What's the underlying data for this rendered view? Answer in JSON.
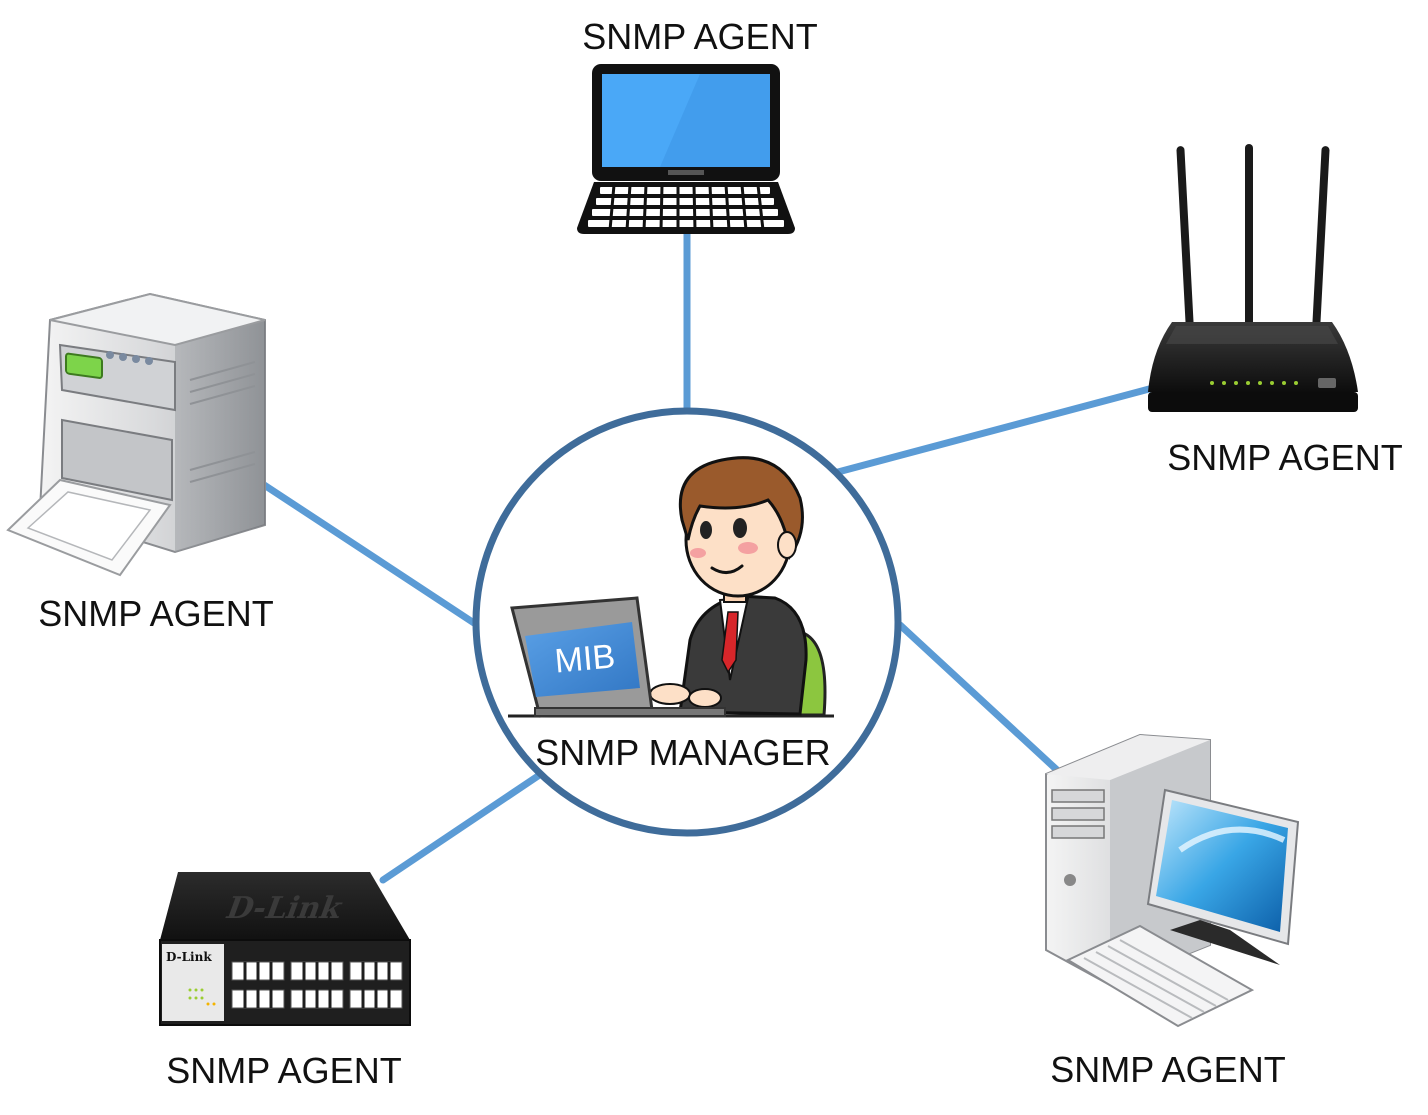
{
  "manager": {
    "label": "SNMP MANAGER",
    "screen_text": "MIB"
  },
  "agents": [
    {
      "device": "laptop",
      "label": "SNMP AGENT"
    },
    {
      "device": "router",
      "label": "SNMP AGENT"
    },
    {
      "device": "printer",
      "label": "SNMP AGENT"
    },
    {
      "device": "desktop-computer",
      "label": "SNMP AGENT"
    },
    {
      "device": "network-switch",
      "label": "SNMP AGENT"
    }
  ],
  "switch_brand": "D-Link",
  "colors": {
    "link": "#5b9bd5",
    "circle": "#3f6c9a",
    "mib_screen": "#4a90d9",
    "laptop_screen": "#4aa8f7"
  }
}
